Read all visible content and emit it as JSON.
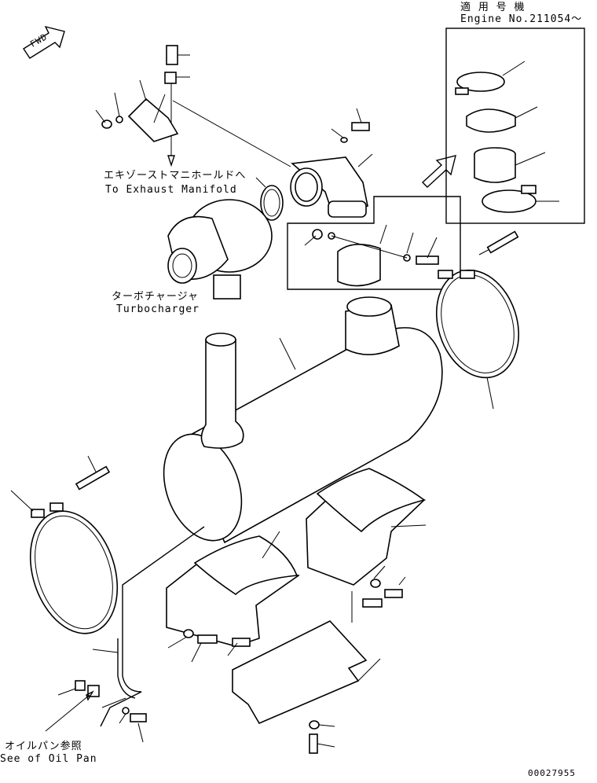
{
  "labels": {
    "applicable_jp": "適 用 号 機",
    "engine_no": "Engine No.211054～",
    "exhaust_jp": "エキゾーストマニホールドへ",
    "exhaust_en": "To Exhaust Manifold",
    "turbo_jp": "ターボチャージャ",
    "turbo_en": "Turbocharger",
    "oilpan_jp": "オイルパン参照",
    "oilpan_en": "See of Oil Pan",
    "fwd": "FWD",
    "drawing_no": "00027955"
  }
}
